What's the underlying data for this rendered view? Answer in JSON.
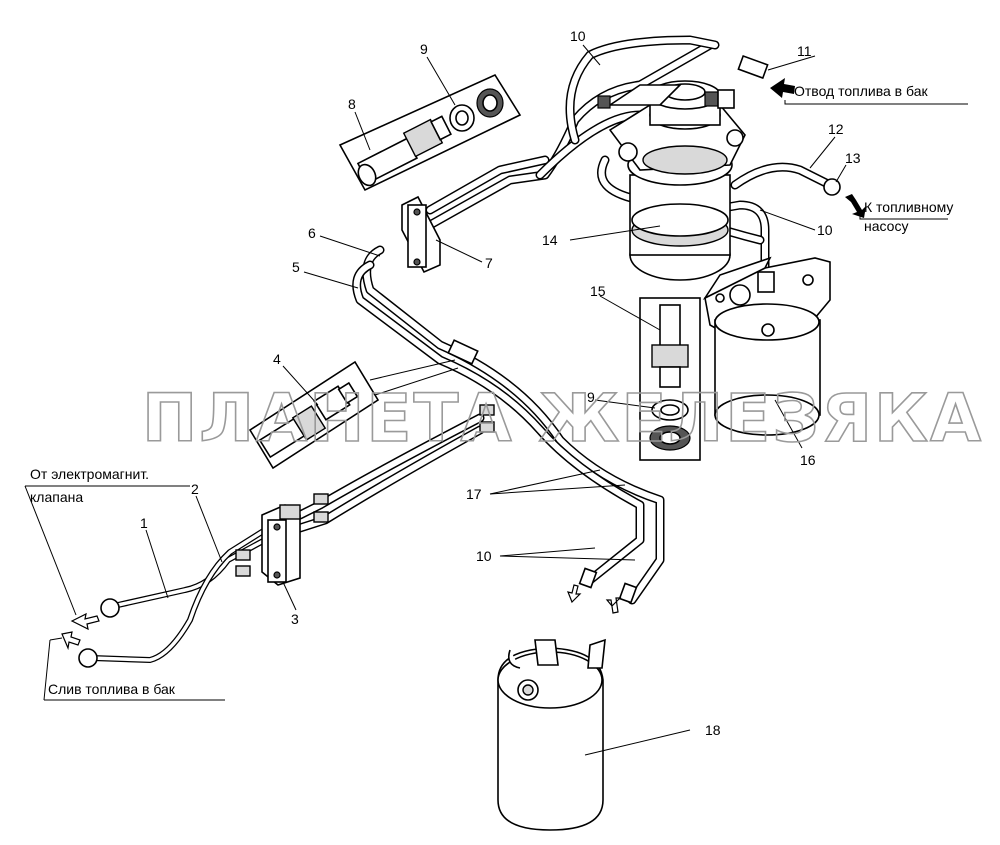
{
  "callouts": [
    {
      "id": "c1",
      "text": "1"
    },
    {
      "id": "c2",
      "text": "2"
    },
    {
      "id": "c3",
      "text": "3"
    },
    {
      "id": "c4",
      "text": "4"
    },
    {
      "id": "c5",
      "text": "5"
    },
    {
      "id": "c6",
      "text": "6"
    },
    {
      "id": "c7",
      "text": "7"
    },
    {
      "id": "c8",
      "text": "8"
    },
    {
      "id": "c9a",
      "text": "9"
    },
    {
      "id": "c9b",
      "text": "9"
    },
    {
      "id": "c10a",
      "text": "10"
    },
    {
      "id": "c10b",
      "text": "10"
    },
    {
      "id": "c10c",
      "text": "10"
    },
    {
      "id": "c11",
      "text": "11"
    },
    {
      "id": "c12",
      "text": "12"
    },
    {
      "id": "c13",
      "text": "13"
    },
    {
      "id": "c14",
      "text": "14"
    },
    {
      "id": "c15",
      "text": "15"
    },
    {
      "id": "c16",
      "text": "16"
    },
    {
      "id": "c17",
      "text": "17"
    },
    {
      "id": "c18",
      "text": "18"
    }
  ],
  "captions": {
    "return_to_tank": "Отвод топлива в бак",
    "to_fuel_pump_line1": "К топливному",
    "to_fuel_pump_line2": "насосу",
    "from_valve_line1": "От электромагнит.",
    "from_valve_line2": "клапана",
    "drain_to_tank": "Слив топлива в бак"
  },
  "watermark": "ПЛАНЕТА ЖЕЛЕЗЯКА"
}
